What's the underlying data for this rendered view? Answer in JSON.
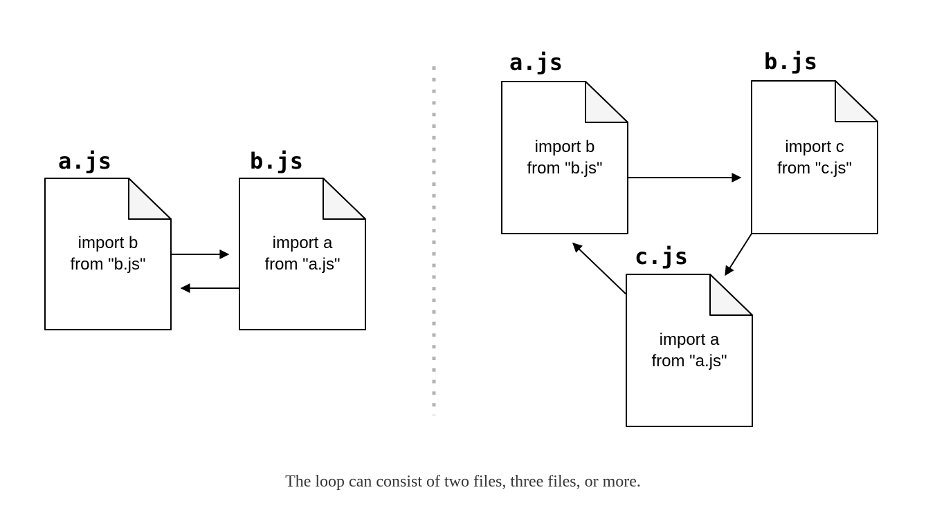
{
  "caption": "The loop can consist of two files, three files, or more.",
  "colors": {
    "stroke": "#000000",
    "file_fill": "#ffffff",
    "fold_fill": "#f5f5f5",
    "divider": "#b3b3b3",
    "caption_text": "#373737"
  },
  "left_diagram": {
    "files": {
      "a": {
        "title": "a.js",
        "line1": "import b",
        "line2": "from \"b.js\""
      },
      "b": {
        "title": "b.js",
        "line1": "import a",
        "line2": "from \"a.js\""
      }
    }
  },
  "right_diagram": {
    "files": {
      "a": {
        "title": "a.js",
        "line1": "import b",
        "line2": "from \"b.js\""
      },
      "b": {
        "title": "b.js",
        "line1": "import c",
        "line2": "from \"c.js\""
      },
      "c": {
        "title": "c.js",
        "line1": "import a",
        "line2": "from \"a.js\""
      }
    }
  }
}
